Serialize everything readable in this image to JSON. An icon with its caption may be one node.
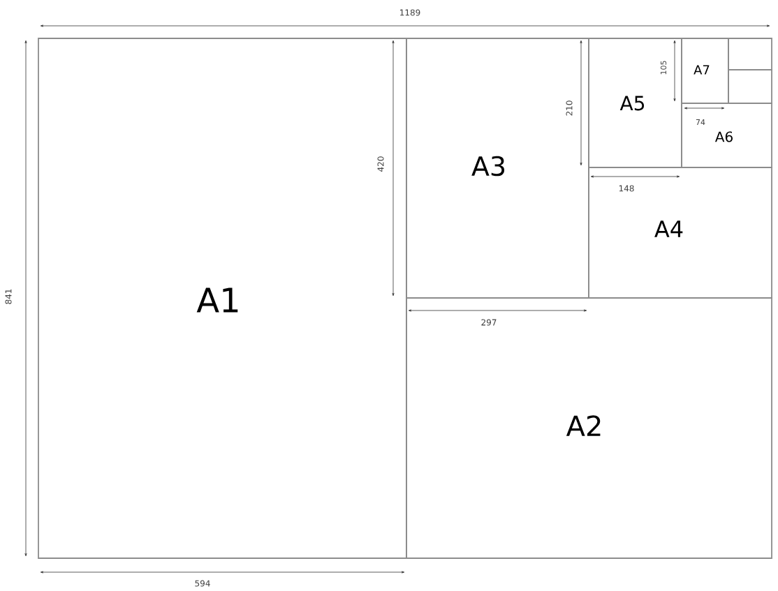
{
  "diagram": {
    "nodes": [
      {
        "text": [
          "A1"
        ]
      },
      {
        "text": [
          "A2"
        ]
      },
      {
        "text": [
          "A3"
        ]
      },
      {
        "text": [
          "A4"
        ]
      },
      {
        "text": [
          "A5"
        ]
      },
      {
        "text": [
          "A6"
        ]
      },
      {
        "text": [
          "A7"
        ]
      },
      {
        "text": [],
        "shape": "box"
      },
      {
        "text": [],
        "shape": "box"
      }
    ],
    "edges": [],
    "labels": [
      "1189",
      "841",
      "594",
      "420",
      "297",
      "210",
      "148",
      "105",
      "74"
    ]
  }
}
